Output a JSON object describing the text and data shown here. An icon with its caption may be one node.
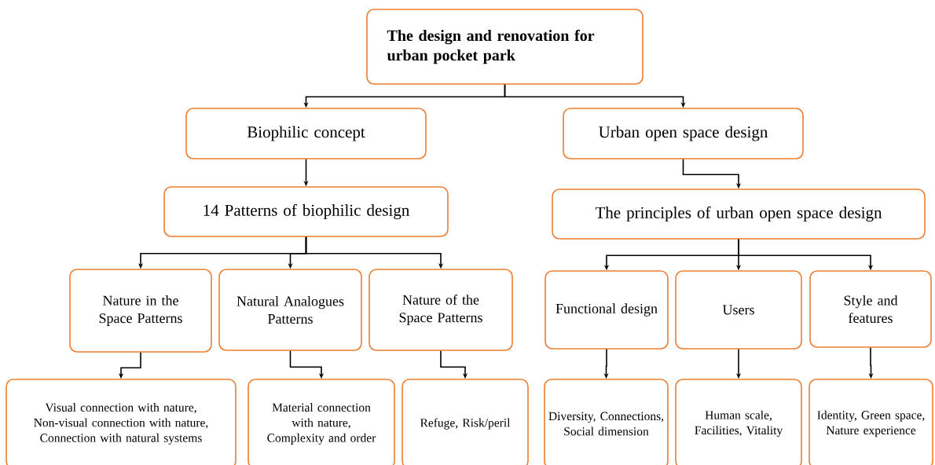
{
  "diagram": {
    "nodes": [
      {
        "text": [
          "The design and renovation for urban pocket park"
        ]
      },
      {
        "text": [
          "Biophilic concept"
        ]
      },
      {
        "text": [
          "Urban open space design"
        ]
      },
      {
        "text": [
          "14 Patterns of biophilic design"
        ]
      },
      {
        "text": [
          "The principles of urban open space design"
        ]
      },
      {
        "text": [
          "Nature in the Space Patterns"
        ]
      },
      {
        "text": [
          "Natural Analogues Patterns"
        ]
      },
      {
        "text": [
          "Nature of the Space Patterns"
        ]
      },
      {
        "text": [
          "Functional design"
        ]
      },
      {
        "text": [
          "Users"
        ]
      },
      {
        "text": [
          "Style and features"
        ]
      },
      {
        "text": [
          "Visual connection with nature, Non-visual connection with nature, Connection with natural systems"
        ]
      },
      {
        "text": [
          "Material connection with nature, Complexity and order"
        ]
      },
      {
        "text": [
          "Refuge, Risk/peril"
        ]
      },
      {
        "text": [
          "Diversity, Connections, Social dimension"
        ]
      },
      {
        "text": [
          "Human scale, Facilities, Vitality"
        ]
      },
      {
        "text": [
          "Identity, Green space, Nature experience"
        ]
      }
    ],
    "edges": [
      {
        "from": 0,
        "to": 1,
        "arrow": "to"
      },
      {
        "from": 0,
        "to": 2,
        "arrow": "to"
      },
      {
        "from": 1,
        "to": 3,
        "arrow": "to"
      },
      {
        "from": 2,
        "to": 4,
        "arrow": "to"
      },
      {
        "from": 3,
        "to": 5,
        "arrow": "to"
      },
      {
        "from": 3,
        "to": 6,
        "arrow": "to"
      },
      {
        "from": 3,
        "to": 7,
        "arrow": "to"
      },
      {
        "from": 4,
        "to": 8,
        "arrow": "to"
      },
      {
        "from": 4,
        "to": 9,
        "arrow": "to"
      },
      {
        "from": 4,
        "to": 10,
        "arrow": "to"
      },
      {
        "from": 5,
        "to": 11,
        "arrow": "to"
      },
      {
        "from": 6,
        "to": 12,
        "arrow": "to"
      },
      {
        "from": 7,
        "to": 13,
        "arrow": "to"
      },
      {
        "from": 8,
        "to": 14,
        "arrow": "to"
      },
      {
        "from": 9,
        "to": 15,
        "arrow": "to"
      },
      {
        "from": 10,
        "to": 16,
        "arrow": "to"
      }
    ]
  }
}
